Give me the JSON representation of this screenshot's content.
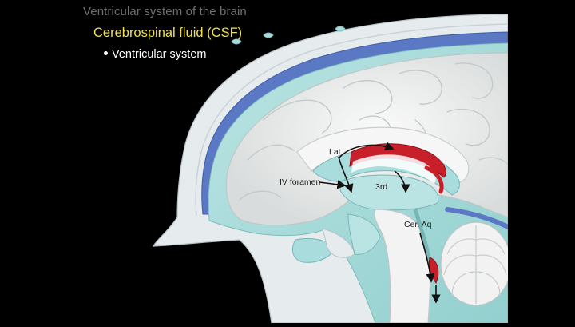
{
  "header": {
    "title": "Ventricular system of the brain",
    "subtitle": "Cerebrospinal fluid (CSF)",
    "bullet": "Ventricular system"
  },
  "labels": {
    "lateral": "Lat",
    "foramen": "IV foramen",
    "third": "3rd",
    "aqueduct": "Cer. Aq"
  },
  "colors": {
    "background": "#000000",
    "title": "#6f6f6f",
    "subtitle": "#f2df55",
    "bullet": "#ffffff",
    "skull": "#e6ecee",
    "csf": "#a9dcdc",
    "dura_sinus": "#5a78c4",
    "brain": "#f1f1f1",
    "choroid_plexus": "#c8202b"
  }
}
